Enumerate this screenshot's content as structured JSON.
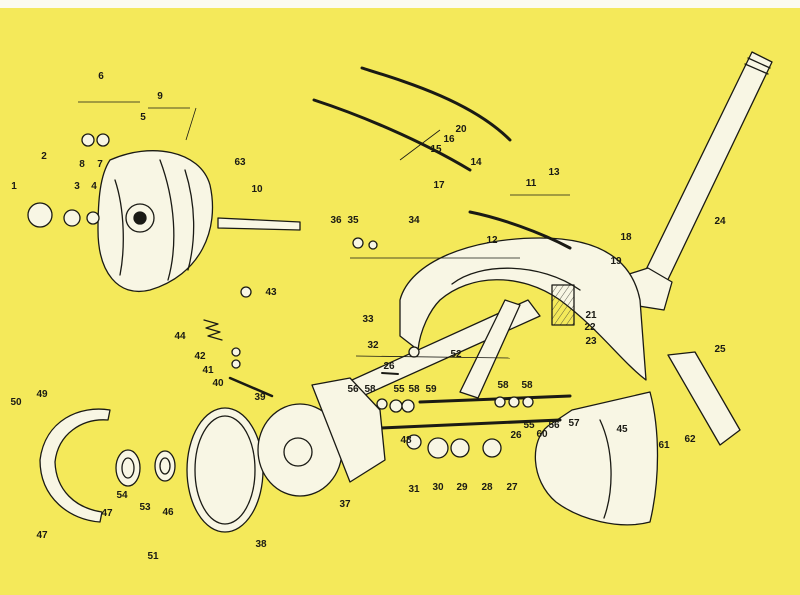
{
  "diagram": {
    "style": "exploded-parts-view",
    "colors": {
      "background": "#f4e95a",
      "ink": "#1a1a14",
      "part_fill": "#f8f6e4",
      "part_shade": "#c9c7b0"
    },
    "callouts": [
      "1",
      "2",
      "3",
      "4",
      "5",
      "6",
      "7",
      "8",
      "9",
      "10",
      "11",
      "12",
      "13",
      "14",
      "15",
      "16",
      "17",
      "18",
      "19",
      "20",
      "21",
      "22",
      "23",
      "24",
      "25",
      "26",
      "27",
      "28",
      "29",
      "30",
      "31",
      "32",
      "33",
      "34",
      "35",
      "36",
      "37",
      "38",
      "39",
      "40",
      "41",
      "42",
      "43",
      "44",
      "45",
      "46",
      "47",
      "47",
      "48",
      "49",
      "50",
      "51",
      "52",
      "53",
      "54",
      "55",
      "55",
      "56",
      "56",
      "57",
      "58",
      "58",
      "58",
      "58",
      "59",
      "60",
      "61",
      "62",
      "63"
    ]
  }
}
